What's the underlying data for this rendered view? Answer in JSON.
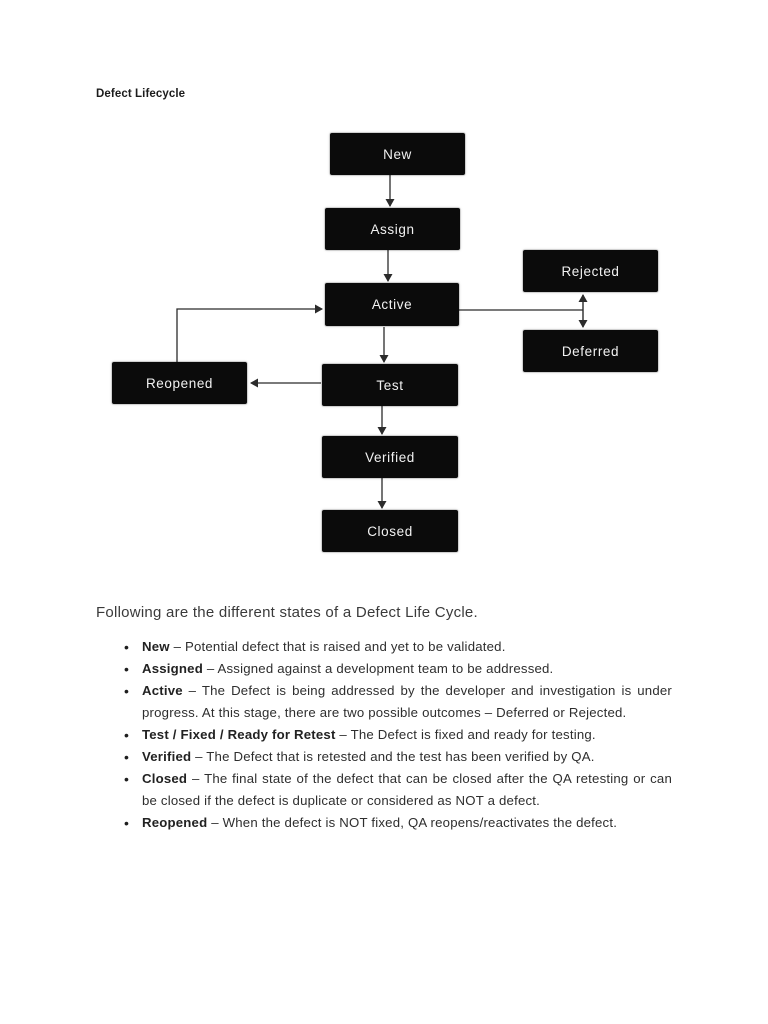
{
  "page": {
    "title": "Defect Lifecycle"
  },
  "diagram": {
    "nodes": [
      {
        "id": "new",
        "label": "New"
      },
      {
        "id": "assign",
        "label": "Assign"
      },
      {
        "id": "active",
        "label": "Active"
      },
      {
        "id": "rejected",
        "label": "Rejected"
      },
      {
        "id": "deferred",
        "label": "Deferred"
      },
      {
        "id": "reopened",
        "label": "Reopened"
      },
      {
        "id": "test",
        "label": "Test"
      },
      {
        "id": "verified",
        "label": "Verified"
      },
      {
        "id": "closed",
        "label": "Closed"
      }
    ],
    "edges": [
      {
        "from": "New",
        "to": "Assign",
        "style": "arrow"
      },
      {
        "from": "Assign",
        "to": "Active",
        "style": "arrow"
      },
      {
        "from": "Active",
        "to": "Test",
        "style": "arrow"
      },
      {
        "from": "Active",
        "to": "Rejected/Deferred junction",
        "style": "line"
      },
      {
        "from": "Rejected",
        "to": "Deferred",
        "style": "double-arrow"
      },
      {
        "from": "Test",
        "to": "Reopened",
        "style": "arrow"
      },
      {
        "from": "Reopened",
        "to": "Active",
        "style": "arrow-elbow"
      },
      {
        "from": "Test",
        "to": "Verified",
        "style": "arrow"
      },
      {
        "from": "Verified",
        "to": "Closed",
        "style": "arrow"
      }
    ],
    "colors": {
      "node_bg": "#0b0b0b",
      "node_text": "#f2f2f2",
      "connector": "#2b2b2b",
      "page_bg": "#ffffff"
    }
  },
  "content": {
    "heading": "Following are the different states of a Defect Life Cycle.",
    "separator": "–",
    "bullets": [
      {
        "term": "New",
        "desc": "Potential defect that is raised and yet to be validated."
      },
      {
        "term": "Assigned",
        "desc": "Assigned against a development team to be addressed."
      },
      {
        "term": "Active",
        "desc": "The Defect is being addressed by the developer and investigation is under progress. At this stage, there are two possible outcomes – Deferred or Rejected."
      },
      {
        "term": "Test / Fixed / Ready for Retest",
        "desc": "The Defect is fixed and ready for testing."
      },
      {
        "term": "Verified",
        "desc": "The Defect that is retested and the test has been verified by QA."
      },
      {
        "term": "Closed",
        "desc": "The final state of the defect that can be closed after the QA retesting or can be closed if the defect is duplicate or considered as NOT a defect."
      },
      {
        "term": "Reopened",
        "desc": "When the defect is NOT fixed, QA reopens/reactivates the defect."
      }
    ]
  }
}
